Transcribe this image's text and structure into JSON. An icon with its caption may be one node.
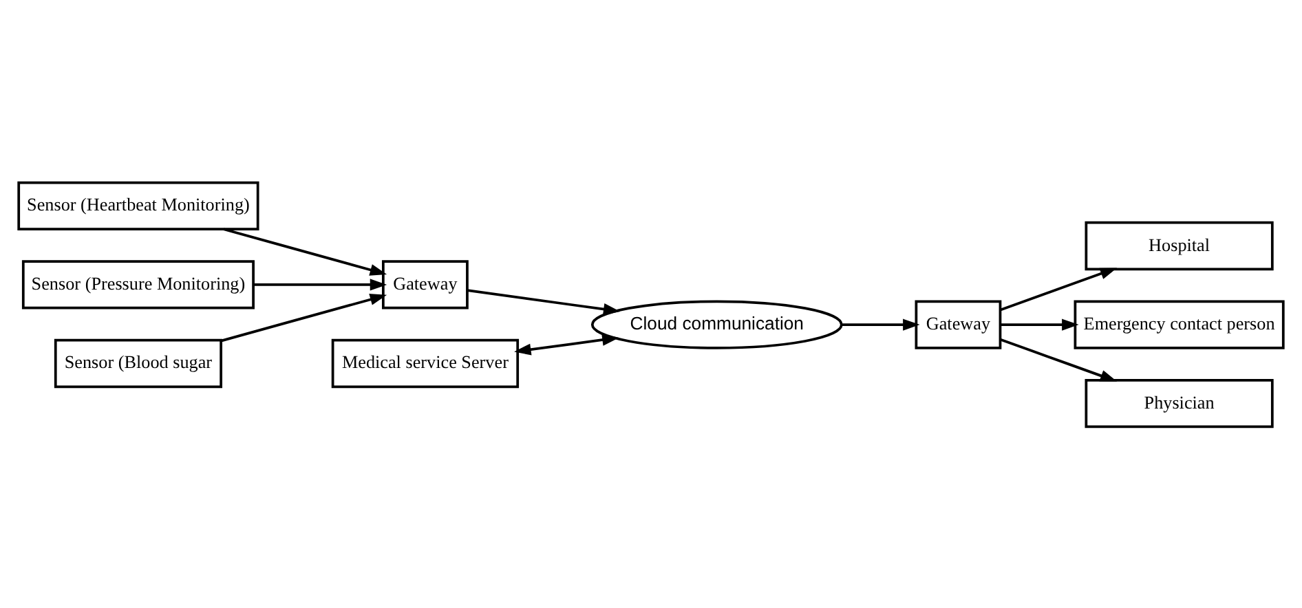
{
  "diagram": {
    "nodes": [
      {
        "text": [
          "Sensor (Heartbeat Monitoring)"
        ]
      },
      {
        "text": [
          "Sensor (Pressure Monitoring)"
        ]
      },
      {
        "text": [
          "Sensor (Blood sugar"
        ]
      },
      {
        "text": [
          "Gateway"
        ]
      },
      {
        "text": [
          "Medical service Server"
        ]
      },
      {
        "text": [
          "Cloud communication"
        ]
      },
      {
        "text": [
          "Gateway"
        ]
      },
      {
        "text": [
          "Hospital"
        ]
      },
      {
        "text": [
          "Emergency contact person"
        ]
      },
      {
        "text": [
          "Physician"
        ]
      }
    ],
    "edges": [
      {
        "from": 0,
        "to": 3,
        "arrow": "to"
      },
      {
        "from": 1,
        "to": 3,
        "arrow": "to"
      },
      {
        "from": 2,
        "to": 3,
        "arrow": "to"
      },
      {
        "from": 3,
        "to": 5,
        "arrow": "to"
      },
      {
        "from": 4,
        "to": 5,
        "arrow": "both"
      },
      {
        "from": 5,
        "to": 6,
        "arrow": "to"
      },
      {
        "from": 6,
        "to": 7,
        "arrow": "to"
      },
      {
        "from": 6,
        "to": 8,
        "arrow": "to"
      },
      {
        "from": 6,
        "to": 9,
        "arrow": "to"
      }
    ]
  }
}
